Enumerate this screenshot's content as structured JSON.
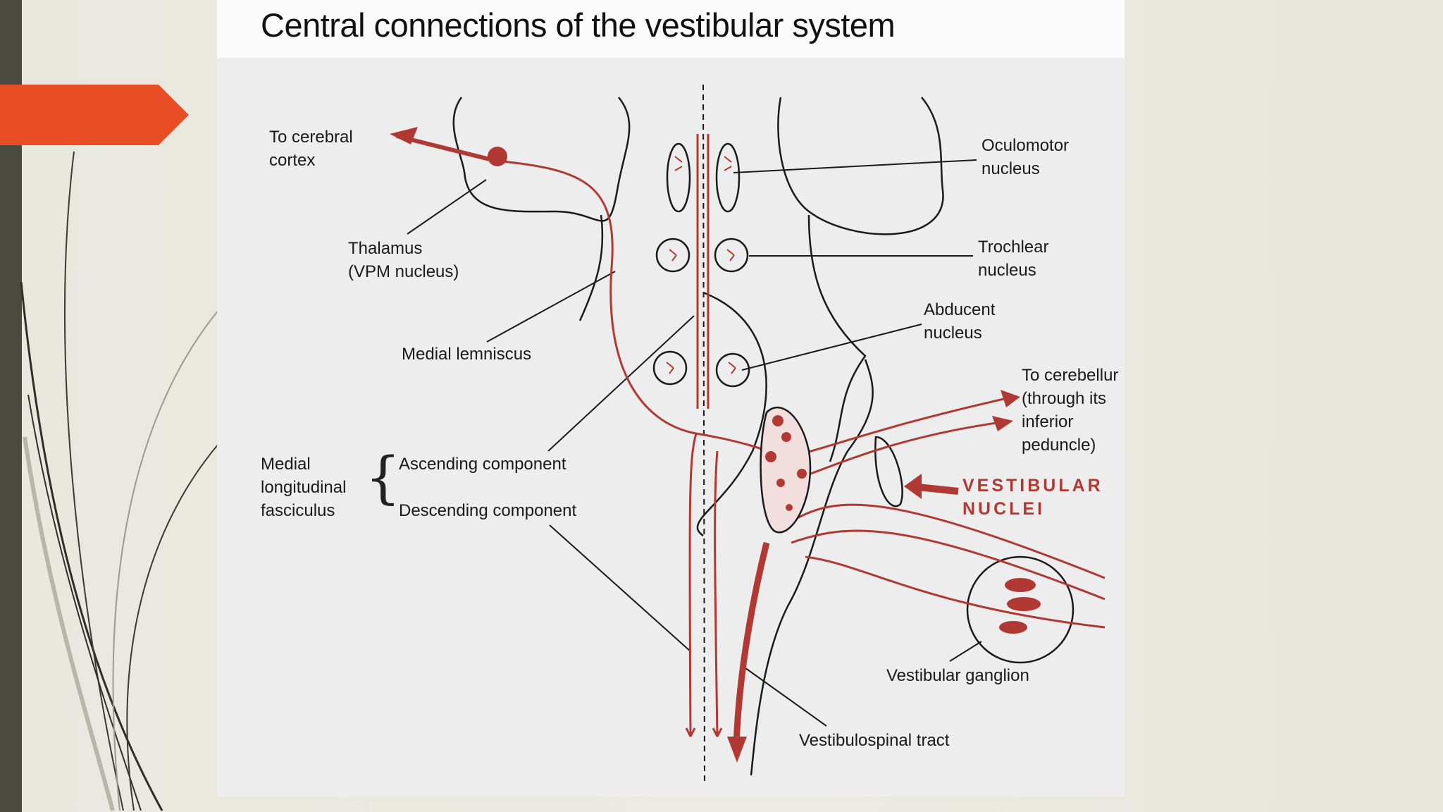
{
  "title": "Central connections of the vestibular system",
  "labels": {
    "to_cerebral_cortex": [
      "To cerebral",
      "cortex"
    ],
    "thalamus": [
      "Thalamus",
      "(VPM nucleus)"
    ],
    "medial_lemniscus": "Medial lemniscus",
    "mlf": [
      "Medial",
      "longitudinal",
      "fasciculus"
    ],
    "ascending": "Ascending component",
    "descending": "Descending component",
    "oculomotor": [
      "Oculomotor",
      "nucleus"
    ],
    "trochlear": [
      "Trochlear",
      "nucleus"
    ],
    "abducent": [
      "Abducent",
      "nucleus"
    ],
    "to_cerebellum": [
      "To cerebellur",
      "(through its",
      "inferior",
      "peduncle)"
    ],
    "vestibular_nuclei": [
      "VESTIBULAR",
      "NUCLEI"
    ],
    "vestibular_ganglion": "Vestibular ganglion",
    "vestibulospinal_tract": "Vestibulospinal tract"
  },
  "colors": {
    "accent_orange": "#e84e25",
    "pathway_red": "#b03a33",
    "sidebar": "#4a4a40"
  }
}
